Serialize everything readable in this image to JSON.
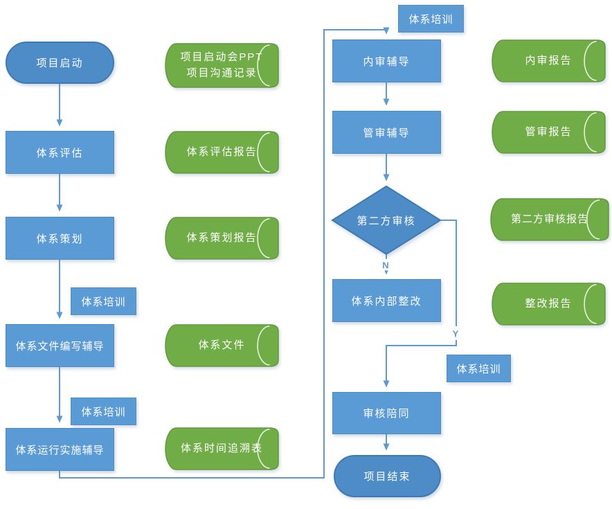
{
  "colors": {
    "process_fill": "#5B9BD5",
    "process_border": "#4a8ac2",
    "terminal_fill": "#4E8CC7",
    "terminal_border": "#3d7ab5",
    "document_fill": "#70AD47",
    "document_border": "#62993e",
    "connector": "#5B9BD5",
    "text": "#ffffff"
  },
  "flow": {
    "start": "项目启动",
    "assess": "体系评估",
    "plan": "体系策划",
    "doc_writing": "体系文件编写辅导",
    "operation": "体系运行实施辅导",
    "training_doc": "体系培训",
    "training_operation": "体系培训",
    "training_internal_audit": "体系培训",
    "training_accompany": "体系培训",
    "internal_audit": "内审辅导",
    "mgmt_review": "管审辅导",
    "second_party_audit": "第二方审核",
    "internal_rectify": "体系内部整改",
    "audit_accompany": "审核陪同",
    "end": "项目结束",
    "decision_no": "N",
    "decision_yes": "Y"
  },
  "documents": {
    "kickoff_line1": "项目启动会PPT",
    "kickoff_line2": "项目沟通记录",
    "assess_report": "体系评估报告",
    "plan_report": "体系策划报告",
    "system_docs": "体系文件",
    "time_trace_table": "体系时间追溯表",
    "internal_audit_report": "内审报告",
    "mgmt_review_report": "管审报告",
    "second_party_report": "第二方审核报告",
    "rectify_report": "整改报告"
  }
}
